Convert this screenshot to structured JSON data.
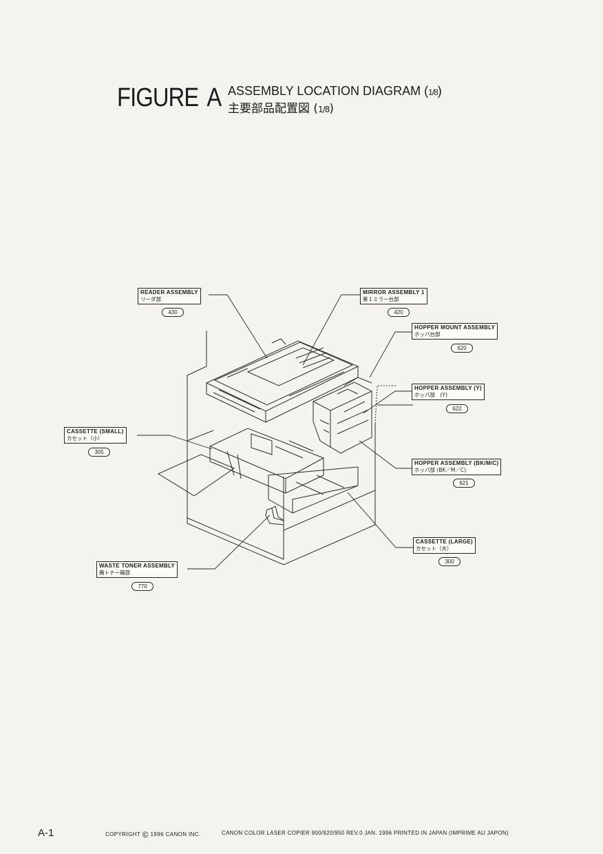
{
  "header": {
    "figure_label": "FIGURE",
    "figure_letter": "A",
    "subtitle_en": "ASSEMBLY LOCATION DIAGRAM (",
    "subtitle_jp": "主要部品配置図 (",
    "fraction": "1/8",
    "close_paren": ")"
  },
  "callouts": [
    {
      "id": "reader",
      "en": "READER ASSEMBLY",
      "jp": "リーダ部",
      "part": "430"
    },
    {
      "id": "mirror",
      "en": "MIRROR ASSEMBLY 1",
      "jp": "第１ミラー台部",
      "part": "420"
    },
    {
      "id": "hopper-mount",
      "en": "HOPPER MOUNT ASSEMBLY",
      "jp": "ホッパ台部",
      "part": "620"
    },
    {
      "id": "hopper-y",
      "en": "HOPPER ASSEMBLY (Y)",
      "jp": "ホッパ部　(Y)",
      "part": "622"
    },
    {
      "id": "cassette-small",
      "en": "CASSETTE (SMALL)",
      "jp": "カセット（小）",
      "part": "305"
    },
    {
      "id": "hopper-bkmc",
      "en": "HOPPER ASSEMBLY (BK/M/C)",
      "jp": "ホッパ部 (BK／M／C)",
      "part": "621"
    },
    {
      "id": "cassette-large",
      "en": "CASSETTE (LARGE)",
      "jp": "カセット（大）",
      "part": "300"
    },
    {
      "id": "waste-toner",
      "en": "WASTE TONER ASSEMBLY",
      "jp": "廃トナー箱部",
      "part": "770"
    }
  ],
  "footer": {
    "page": "A-1",
    "copyright_prefix": "COPYRIGHT",
    "copyright_symbol": "©",
    "copyright_suffix": "1996 CANON INC.",
    "doc_title": "CANON COLOR LASER COPIER 900/920/950 REV.0 JAN. 1996 PRINTED IN JAPAN (IMPRIME AU JAPON)"
  }
}
